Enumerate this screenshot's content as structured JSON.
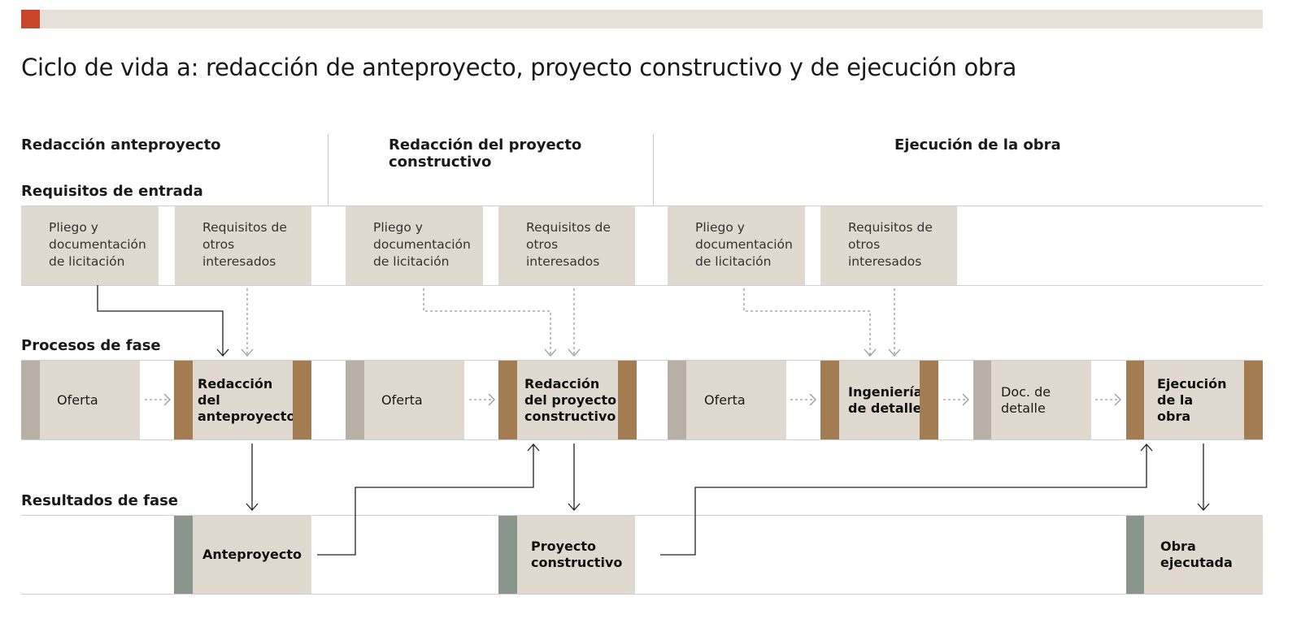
{
  "title": "Ciclo de vida a: redacción de anteproyecto, proyecto constructivo y de ejecución obra",
  "phases": [
    "Redacción anteproyecto",
    "Redacción del proyecto constructivo",
    "Ejecución de la obra"
  ],
  "sections": {
    "inputs": "Requisitos de entrada",
    "processes": "Procesos de fase",
    "results": "Resultados de fase"
  },
  "inputs": {
    "pliego": "Pliego y documentación de licitación",
    "otros": "Requisitos de otros interesados"
  },
  "processes": {
    "oferta": "Oferta",
    "redaccion_ante": "Redacción del anteproyecto",
    "redaccion_proy": "Redacción del proyecto constructivo",
    "ingenieria": "Ingeniería de detalle",
    "doc_detalle": "Doc. de detalle",
    "ejecucion": "Ejecución de la obra"
  },
  "results": {
    "ante": "Anteproyecto",
    "proy": "Proyecto constructivo",
    "obra": "Obra ejecutada"
  },
  "colors": {
    "accent": "#c8452a",
    "box": "#e0d9cf",
    "brown": "#a47c52",
    "grey": "#b8b0a5",
    "green": "#8a958c"
  }
}
